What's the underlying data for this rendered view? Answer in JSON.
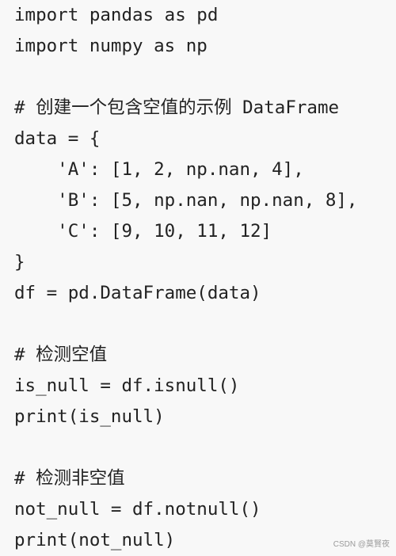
{
  "code": {
    "lines": [
      "import pandas as pd",
      "import numpy as np",
      "",
      "# 创建一个包含空值的示例 DataFrame",
      "data = {",
      "    'A': [1, 2, np.nan, 4],",
      "    'B': [5, np.nan, np.nan, 8],",
      "    'C': [9, 10, 11, 12]",
      "}",
      "df = pd.DataFrame(data)",
      "",
      "# 检测空值",
      "is_null = df.isnull()",
      "print(is_null)",
      "",
      "# 检测非空值",
      "not_null = df.notnull()",
      "print(not_null)"
    ]
  },
  "watermark": {
    "text": "CSDN @莫賢夜"
  }
}
